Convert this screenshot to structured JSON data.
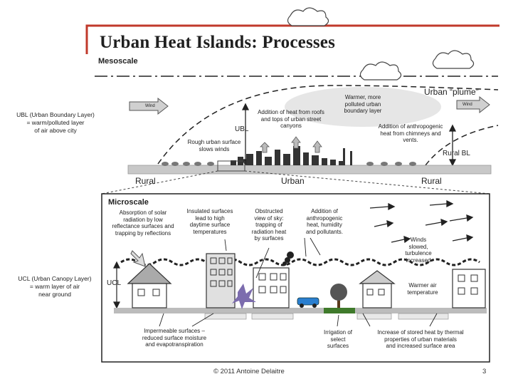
{
  "slide": {
    "title": "Urban Heat Islands: Processes",
    "ubl_note": [
      "UBL (Urban Boundary Layer)",
      "= warm/polluted layer",
      "of air above city"
    ],
    "ucl_note": [
      "UCL (Urban Canopy Layer)",
      "= warm layer of air",
      "near ground"
    ],
    "footer": "© 2011 Antoine Delaitre",
    "page_number": "3"
  },
  "mesoscale": {
    "heading": "Mesoscale",
    "wind_left": "Wind",
    "wind_right": "Wind",
    "plume": "Urban “plume”",
    "ubl": "UBL",
    "rural_bl": "Rural BL",
    "rural_left": "Rural",
    "urban": "Urban",
    "rural_right": "Rural",
    "rough_surface": [
      "Rough urban surface",
      "slows winds"
    ],
    "heat_roofs": [
      "Addition of heat from roofs",
      "and tops of urban street",
      "canyons"
    ],
    "warmer_polluted": [
      "Warmer, more",
      "polluted urban",
      "boundary layer"
    ],
    "anthro_heat": [
      "Addition of anthropogenic",
      "heat from chimneys and",
      "vents."
    ]
  },
  "microscale": {
    "heading": "Microscale",
    "ucl": "UCL",
    "absorption": [
      "Absorption of solar",
      "radiation by low",
      "reflectance surfaces and",
      "trapping by reflections"
    ],
    "insulated": [
      "Insulated surfaces",
      "lead to high",
      "daytime surface",
      "temperatures"
    ],
    "obstructed": [
      "Obstructed",
      "view of sky:",
      "trapping of",
      "radiation heat",
      "by surfaces"
    ],
    "anthropogenic": [
      "Addition of",
      "anthropogenic",
      "heat, humidity",
      "and pollutants."
    ],
    "winds": [
      "Winds",
      "slowed,",
      "turbulence",
      "increased"
    ],
    "warmer_air": [
      "Warmer air",
      "temperature"
    ],
    "impermeable": [
      "Impermeable surfaces –",
      "reduced surface moisture",
      "and evapotranspiration"
    ],
    "irrigation": [
      "Irrigation of",
      "select",
      "surfaces"
    ],
    "stored_heat": [
      "Increase of stored heat by thermal",
      "properties of urban materials",
      "and increased surface area"
    ]
  }
}
